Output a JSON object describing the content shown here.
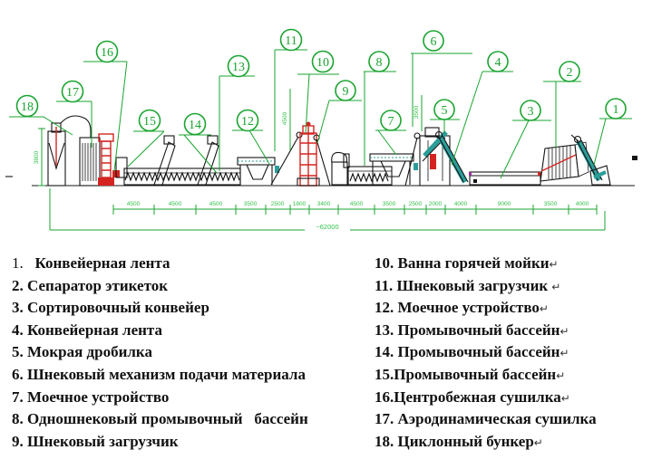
{
  "diagram": {
    "callouts": [
      "1",
      "2",
      "3",
      "4",
      "5",
      "6",
      "7",
      "8",
      "9",
      "10",
      "11",
      "12",
      "13",
      "14",
      "15",
      "16",
      "17",
      "18"
    ],
    "dim_segments": [
      "4500",
      "4500",
      "4500",
      "3500",
      "2500",
      "1800",
      "3400",
      "4500",
      "3500",
      "2500",
      "2000",
      "4000",
      "9000",
      "3500",
      "4000"
    ],
    "height_dims": [
      "3800",
      "4500",
      "3500"
    ],
    "total_dim": "~62000",
    "colors": {
      "green": "#1aa42f",
      "green_text": "#33c24a",
      "red": "#d42420",
      "teal": "#2b9d99",
      "black": "#141414"
    }
  },
  "legend": {
    "rows": [
      {
        "left_num": "1.",
        "left_text": "   Конвейерная лента",
        "right": "10. Ванна горячей мойки",
        "mark": "↵"
      },
      {
        "left_num": "2.",
        "left_text": " Сепаратор этикеток",
        "right": "11. Шнековый загрузчик ",
        "mark": "↵"
      },
      {
        "left_num": "3.",
        "left_text": " Сортировочный конвейер",
        "right": "12. Моечное устройство",
        "mark": "↵"
      },
      {
        "left_num": "4.",
        "left_text": " Конвейерная лента",
        "right": "13. Промывочный бассейн",
        "mark": "↵"
      },
      {
        "left_num": "5.",
        "left_text": " Мокрая дробилка",
        "right": "14. Промывочный бассейн",
        "mark": "↵"
      },
      {
        "left_num": "6.",
        "left_text": " Шнековый механизм подачи материала",
        "right": "15.Промывочный бассейн",
        "mark": "↵"
      },
      {
        "left_num": "7.",
        "left_text": " Моечное устройство",
        "right": "16.Центробежная сушилка",
        "mark": "↵"
      },
      {
        "left_num": "8.",
        "left_text": " Одношнековый промывочный   бассейн",
        "right": "17. Аэродинамическая сушилка",
        "mark": ""
      },
      {
        "left_num": "9.",
        "left_text": " Шнековый загрузчик",
        "right": "18. Циклонный бункер",
        "mark": "↵"
      }
    ]
  }
}
